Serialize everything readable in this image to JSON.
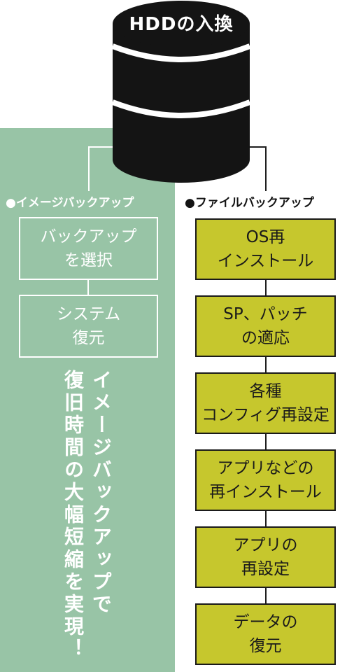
{
  "diagram": {
    "title": "HDDの入換",
    "left_section": {
      "label": "●イメージバックアップ",
      "steps": [
        {
          "line1": "バックアップ",
          "line2": "を選択"
        },
        {
          "line1": "システム",
          "line2": "復元"
        }
      ],
      "note_col1": "イメージバックアップで",
      "note_col2": "復旧時間の大幅短縮を実現！"
    },
    "right_section": {
      "label": "●ファイルバックアップ",
      "steps": [
        {
          "line1": "OS再",
          "line2": "インストール"
        },
        {
          "line1": "SP、パッチ",
          "line2": "の適応"
        },
        {
          "line1": "各種",
          "line2": "コンフィグ再設定"
        },
        {
          "line1": "アプリなどの",
          "line2": "再インストール"
        },
        {
          "line1": "アプリの",
          "line2": "再設定"
        },
        {
          "line1": "データの",
          "line2": "復元"
        }
      ]
    },
    "colors": {
      "left_panel": "#98c4a6",
      "right_box": "#c6c72d",
      "cylinder": "#141414"
    }
  }
}
